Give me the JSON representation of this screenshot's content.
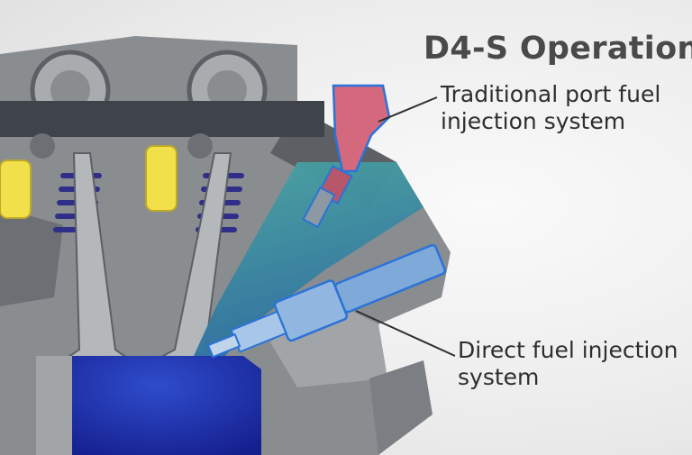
{
  "title": "D4-S Operation",
  "callouts": {
    "port": {
      "line1": "Traditional port fuel",
      "line2": "injection system"
    },
    "direct": {
      "line1": "Direct fuel injection",
      "line2": "system"
    }
  },
  "colors": {
    "background": "#ececec",
    "metal": "#8a8d90",
    "metal_dark": "#5c5f63",
    "cam_bar": "#3f444a",
    "port_injector": "#d4697e",
    "direct_injector": "#4f95dc",
    "fuel_flow": "#3d8f92",
    "chamber": "#1f2fb0",
    "lifter": "#f2e04a",
    "spring": "#2f2f8a"
  }
}
